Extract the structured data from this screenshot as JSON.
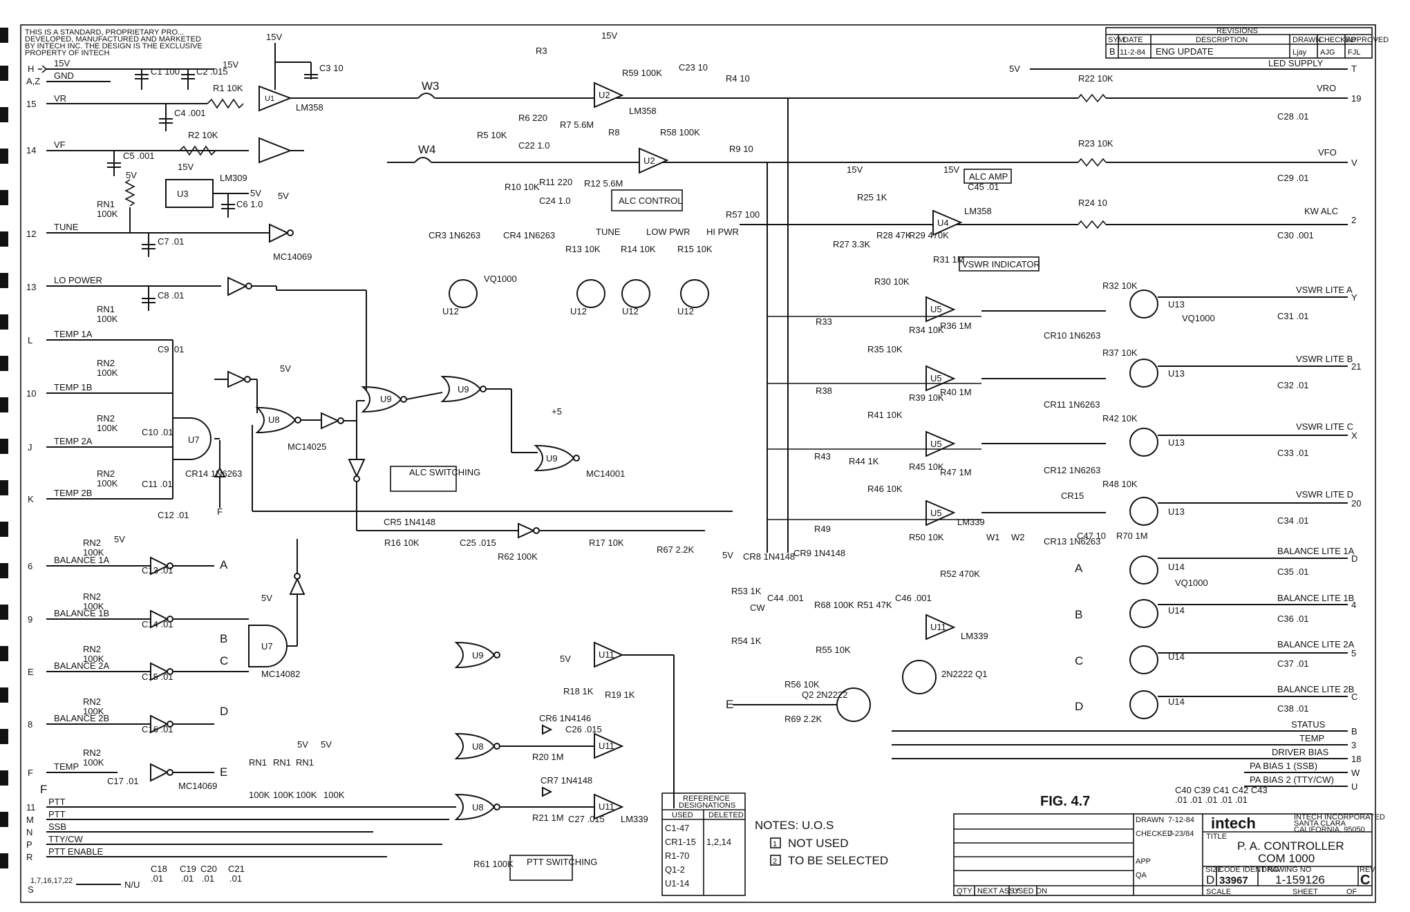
{
  "header_notice": [
    "THIS IS A STANDARD, PROPRIETARY PRO...",
    "DEVELOPED, MANUFACTURED AND MARKETED",
    "BY INTECH INC. THE DESIGN IS THE EXCLUSIVE",
    "PROPERTY OF INTECH"
  ],
  "revisions": {
    "title": "REVISIONS",
    "headers": [
      "SYM",
      "DATE",
      "DESCRIPTION",
      "DRAWN",
      "CHECKED",
      "APPROVED"
    ],
    "row": {
      "sym": "B",
      "date": "11-2-84",
      "description": "ENG UPDATE",
      "drawn": "Ljay",
      "checked": "AJG",
      "approved": "FJL"
    }
  },
  "connector_pins": [
    {
      "pin": "H",
      "signal": "15V"
    },
    {
      "pin": "A,Z",
      "signal": "GND"
    },
    {
      "pin": "15",
      "signal": "VR"
    },
    {
      "pin": "14",
      "signal": "VF"
    },
    {
      "pin": "12",
      "signal": "TUNE"
    },
    {
      "pin": "13",
      "signal": "LO POWER"
    },
    {
      "pin": "L",
      "signal": "TEMP 1A"
    },
    {
      "pin": "10",
      "signal": "TEMP 1B"
    },
    {
      "pin": "J",
      "signal": "TEMP 2A"
    },
    {
      "pin": "K",
      "signal": "TEMP 2B"
    },
    {
      "pin": "6",
      "signal": "BALANCE 1A"
    },
    {
      "pin": "9",
      "signal": "BALANCE 1B"
    },
    {
      "pin": "E",
      "signal": "BALANCE 2A"
    },
    {
      "pin": "8",
      "signal": "BALANCE 2B"
    },
    {
      "pin": "F",
      "signal": "TEMP"
    },
    {
      "pin": "11",
      "signal": "PTT"
    },
    {
      "pin": "M",
      "signal": "PTT"
    },
    {
      "pin": "N",
      "signal": "SSB"
    },
    {
      "pin": "P",
      "signal": "TTY/CW"
    },
    {
      "pin": "R",
      "signal": "PTT ENABLE"
    },
    {
      "pin": "S",
      "signal": "1,7,16,17,22"
    }
  ],
  "right_pins": [
    {
      "pin": "T",
      "signal": "LED SUPPLY",
      "source": "5V"
    },
    {
      "pin": "19",
      "signal": "VRO"
    },
    {
      "pin": "V",
      "signal": "VFO"
    },
    {
      "pin": "2",
      "signal": "KW ALC"
    },
    {
      "pin": "Y",
      "signal": "VSWR LITE A"
    },
    {
      "pin": "21",
      "signal": "VSWR LITE B"
    },
    {
      "pin": "X",
      "signal": "VSWR LITE C"
    },
    {
      "pin": "20",
      "signal": "VSWR LITE D"
    },
    {
      "pin": "D",
      "signal": "BALANCE LITE 1A"
    },
    {
      "pin": "4",
      "signal": "BALANCE LITE 1B"
    },
    {
      "pin": "5",
      "signal": "BALANCE LITE 2A"
    },
    {
      "pin": "C",
      "signal": "BALANCE LITE 2B"
    },
    {
      "pin": "B",
      "signal": "STATUS"
    },
    {
      "pin": "3",
      "signal": "TEMP"
    },
    {
      "pin": "18",
      "signal": "DRIVER BIAS"
    },
    {
      "pin": "W",
      "signal": "PA BIAS 1 (SSB)"
    },
    {
      "pin": "U",
      "signal": "PA BIAS 2 (TTY/CW)"
    }
  ],
  "components": {
    "C1": "C1 100",
    "C2": "C2 .015",
    "C3": "C3 10",
    "C4": "C4 .001",
    "C5": "C5 .001",
    "C6": "C6 1.0",
    "C7": "C7 .01",
    "C8": "C8 .01",
    "C9": "C9 .01",
    "C10": "C10 .01",
    "C11": "C11 .01",
    "C12": "C12 .01",
    "C13": "C13 .01",
    "C14": "C14 .01",
    "C15": "C15 .01",
    "C16": "C16 .01",
    "C17": "C17 .01",
    "C22": "C22 1.0",
    "C23": "C23 10",
    "C24": "C24 1.0",
    "C25": "C25 .015",
    "C26": "C26 .015",
    "C27": "C27 .015",
    "C28": "C28 .01",
    "C29": "C29 .01",
    "C30": "C30 .001",
    "C31": "C31 .01",
    "C32": "C32 .01",
    "C33": "C33 .01",
    "C34": "C34 .01",
    "C35": "C35 .01",
    "C36": "C36 .01",
    "C37": "C37 .01",
    "C38": "C38 .01",
    "C44": "C44 .001",
    "C45": "C45 .01",
    "C46": "C46 .001",
    "C47": "C47 10",
    "R1": "R1 10K",
    "R2": "R2 10K",
    "R3": "R3",
    "R4": "R4 10",
    "R5": "R5 10K",
    "R6": "R6 220",
    "R7": "R7 5.6M",
    "R8": "R8",
    "R9": "R9 10",
    "R10": "R10 10K",
    "R11": "R11 220",
    "R12": "R12 5.6M",
    "R13": "R13 10K",
    "R14": "R14 10K",
    "R15": "R15 10K",
    "R16": "R16 10K",
    "R17": "R17 10K",
    "R18": "R18 1K",
    "R19": "R19 1K",
    "R20": "R20 1M",
    "R21": "R21 1M",
    "R22": "R22 10K",
    "R23": "R23 10K",
    "R24": "R24 10",
    "R25": "R25 1K",
    "R27": "R27 3.3K",
    "R28": "R28 47K",
    "R29": "R29 470K",
    "R30": "R30 10K",
    "R31": "R31 1M",
    "R32": "R32 10K",
    "R33": "R33",
    "R34": "R34 10K",
    "R35": "R35 10K",
    "R36": "R36 1M",
    "R37": "R37 10K",
    "R38": "R38",
    "R39": "R39 10K",
    "R40": "R40 1M",
    "R41": "R41 10K",
    "R42": "R42 10K",
    "R43": "R43",
    "R44": "R44 1K",
    "R45": "R45 10K",
    "R46": "R46 10K",
    "R47": "R47 1M",
    "R48": "R48 10K",
    "R49": "R49",
    "R50": "R50 10K",
    "R51": "R51 47K",
    "R52": "R52 470K",
    "R53": "R53 1K",
    "R54": "R54 1K",
    "R55": "R55 10K",
    "R56": "R56 10K",
    "R57": "R57 100",
    "R58": "R58 100K",
    "R59": "R59 100K",
    "R61": "R61 100K",
    "R62": "R62 100K",
    "R67": "R67 2.2K",
    "R68": "R68 100K",
    "R69": "R69 2.2K",
    "R70": "R70 1M",
    "CR3": "CR3 1N6263",
    "CR4": "CR4 1N6263",
    "CR5": "CR5 1N4148",
    "CR6": "CR6 1N4146",
    "CR7": "CR7 1N4148",
    "CR8": "CR8 1N4148",
    "CR9": "CR9 1N4148",
    "CR10": "CR10 1N6263",
    "CR11": "CR11 1N6263",
    "CR12": "CR12 1N6263",
    "CR13": "CR13 1N6263",
    "CR14": "CR14 1N6263",
    "CR15": "CR15",
    "Q1": "2N2222 Q1",
    "Q2": "Q2 2N2222",
    "U3": "LM309",
    "U1_type": "LM358",
    "U2_type": "LM358",
    "U4_type": "LM358",
    "U5_type": "LM339",
    "U11_type": "LM339",
    "U6_type": "MC14069",
    "U7_type": "MC14082",
    "U8_type": "MC14025",
    "U9_type": "MC14001",
    "U12_type": "VQ1000",
    "U13_type": "VQ1000",
    "U14_type": "VQ1000"
  },
  "block_labels": {
    "alc_control": "ALC CONTROL",
    "alc_amp": "ALC AMP",
    "vswr_indicator": "VSWR INDICATOR",
    "alc_switching": "ALC SWITCHING",
    "ptt_switching": "PTT SWITCHING",
    "tune": "TUNE",
    "low_pwr": "LOW PWR",
    "hi_pwr": "HI PWR"
  },
  "reference_designations": {
    "title": "REFERENCE DESIGNATIONS",
    "headers": [
      "USED",
      "DELETED"
    ],
    "rows": [
      [
        "C1-47",
        ""
      ],
      [
        "CR1-15",
        "1,2,14"
      ],
      [
        "R1-70",
        ""
      ],
      [
        "Q1-2",
        ""
      ],
      [
        "U1-14",
        ""
      ]
    ]
  },
  "notes": {
    "title": "NOTES: U.O.S",
    "items": [
      {
        "mark": "1",
        "text": "NOT USED"
      },
      {
        "mark": "2",
        "text": "TO BE SELECTED"
      }
    ]
  },
  "figure_label": "FIG. 4.7",
  "title_block": {
    "company": "intech",
    "company_address": [
      "INTECH INCORPORATED",
      "SANTA CLARA",
      "CALIFORNIA, 95050"
    ],
    "title": "P. A. CONTROLLER",
    "subtitle": "COM 1000",
    "size": "D",
    "code_ident": "33967",
    "drawing_no": "1-159126",
    "rev": "C",
    "scale_label": "SCALE",
    "sheet_label": "SHEET",
    "of_label": "OF",
    "dates": [
      "7-12-84",
      "7-23/84"
    ],
    "bottom_headers": [
      "QTY",
      "NEXT ASSY",
      "USED ON"
    ],
    "caption_labels": [
      "SIZE",
      "CODE IDENT NO",
      "DRAWING NO",
      "REV",
      "TITLE",
      "DRAWN",
      "CHECKED",
      "APP",
      "QA"
    ]
  },
  "supply_labels": [
    "15V",
    "5V",
    "+5"
  ]
}
